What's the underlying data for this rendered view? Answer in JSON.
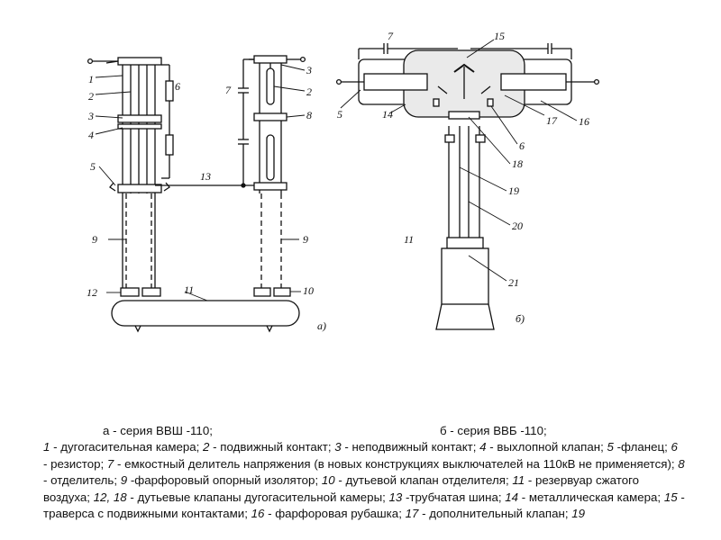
{
  "labels": {
    "a": [
      "1",
      "2",
      "3",
      "4",
      "5",
      "6",
      "7",
      "3",
      "2",
      "8",
      "13",
      "9",
      "9",
      "12",
      "11",
      "10",
      "а)"
    ],
    "b": [
      "7",
      "15",
      "5",
      "14",
      "17",
      "16",
      "6",
      "18",
      "19",
      "20",
      "11",
      "21",
      "б)"
    ]
  },
  "caption": {
    "a": "а - серия ВВШ -110;",
    "b": "б - серия ВВБ -110;",
    "legend": [
      {
        "num": "1",
        "text": " - дугогасительная камера; "
      },
      {
        "num": "2",
        "text": " - подвижный контакт; "
      },
      {
        "num": "3",
        "text": " - неподвижный контакт; "
      },
      {
        "num": "4",
        "text": " - выхлопной клапан; "
      },
      {
        "num": "5",
        "text": " -фланец; "
      },
      {
        "num": "6",
        "text": " - резистор; "
      },
      {
        "num": "7",
        "text": " - емкостный делитель напряжения (в новых конструкциях выключателей на 110кВ не применяется); "
      },
      {
        "num": "8",
        "text": " - отделитель; "
      },
      {
        "num": "9",
        "text": " -фарфоровый опорный изолятор; "
      },
      {
        "num": "10",
        "text": " - дутьевой клапан отделителя; "
      },
      {
        "num": "11",
        "text": " - резервуар сжатого воздуха; "
      },
      {
        "num": "12, 18",
        "text": " - дутьевые клапаны дугогасительной камеры; "
      },
      {
        "num": "13",
        "text": " -трубчатая шина; "
      },
      {
        "num": "14",
        "text": " - металлическая камера; "
      },
      {
        "num": "15",
        "text": " - траверса с подвижными контактами; "
      },
      {
        "num": "16",
        "text": " - фарфоровая рубашка; "
      },
      {
        "num": "17",
        "text": " - дополнительный клапан; "
      },
      {
        "num": "19",
        "text": ""
      }
    ]
  }
}
